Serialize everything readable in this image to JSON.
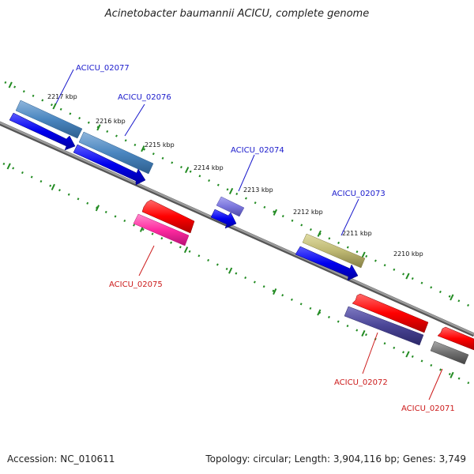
{
  "title": "Acinetobacter baumannii ACICU, complete genome",
  "footer": {
    "accession": "Accession: NC_010611",
    "summary": "Topology: circular; Length: 3,904,116 bp; Genes: 3,749"
  },
  "colors": {
    "backbone": "#808080",
    "ticks": "#228b22",
    "label_forward": "#1a1acc",
    "label_reverse": "#cc1a1a"
  },
  "kbp_ticks": [
    "2217 kbp",
    "2216 kbp",
    "2215 kbp",
    "2214 kbp",
    "2213 kbp",
    "2212 kbp",
    "2211 kbp",
    "2210 kbp"
  ],
  "genes": [
    {
      "label": "ACICU_02077",
      "strand": "forward"
    },
    {
      "label": "ACICU_02076",
      "strand": "forward"
    },
    {
      "label": "ACICU_02074",
      "strand": "forward"
    },
    {
      "label": "ACICU_02073",
      "strand": "forward"
    },
    {
      "label": "ACICU_02075",
      "strand": "reverse"
    },
    {
      "label": "ACICU_02072",
      "strand": "reverse"
    },
    {
      "label": "ACICU_02071",
      "strand": "reverse"
    }
  ]
}
